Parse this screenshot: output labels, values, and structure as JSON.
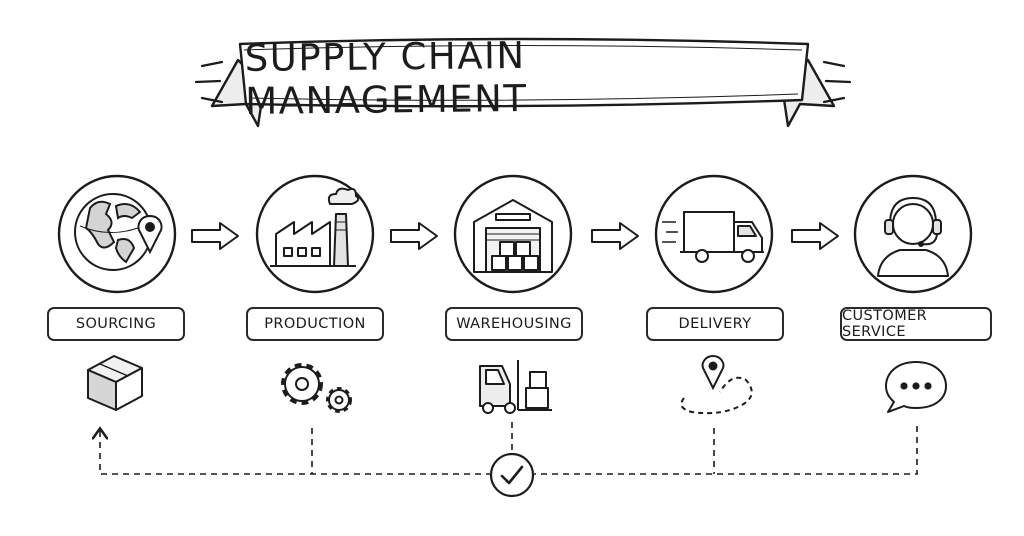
{
  "title": "SUPPLY CHAIN MANAGEMENT",
  "steps": [
    {
      "label": "SOURCING",
      "main_icon": "globe-location-icon",
      "sub_icon": "package-box-icon"
    },
    {
      "label": "PRODUCTION",
      "main_icon": "factory-icon",
      "sub_icon": "gears-icon"
    },
    {
      "label": "WAREHOUSING",
      "main_icon": "warehouse-icon",
      "sub_icon": "forklift-icon"
    },
    {
      "label": "DELIVERY",
      "main_icon": "truck-icon",
      "sub_icon": "route-pin-icon"
    },
    {
      "label": "CUSTOMER SERVICE",
      "main_icon": "headset-agent-icon",
      "sub_icon": "chat-bubble-icon"
    }
  ],
  "feedback_icon": "checkmark-circle-icon",
  "colors": {
    "ink": "#1c1c1c",
    "background": "#ffffff"
  }
}
